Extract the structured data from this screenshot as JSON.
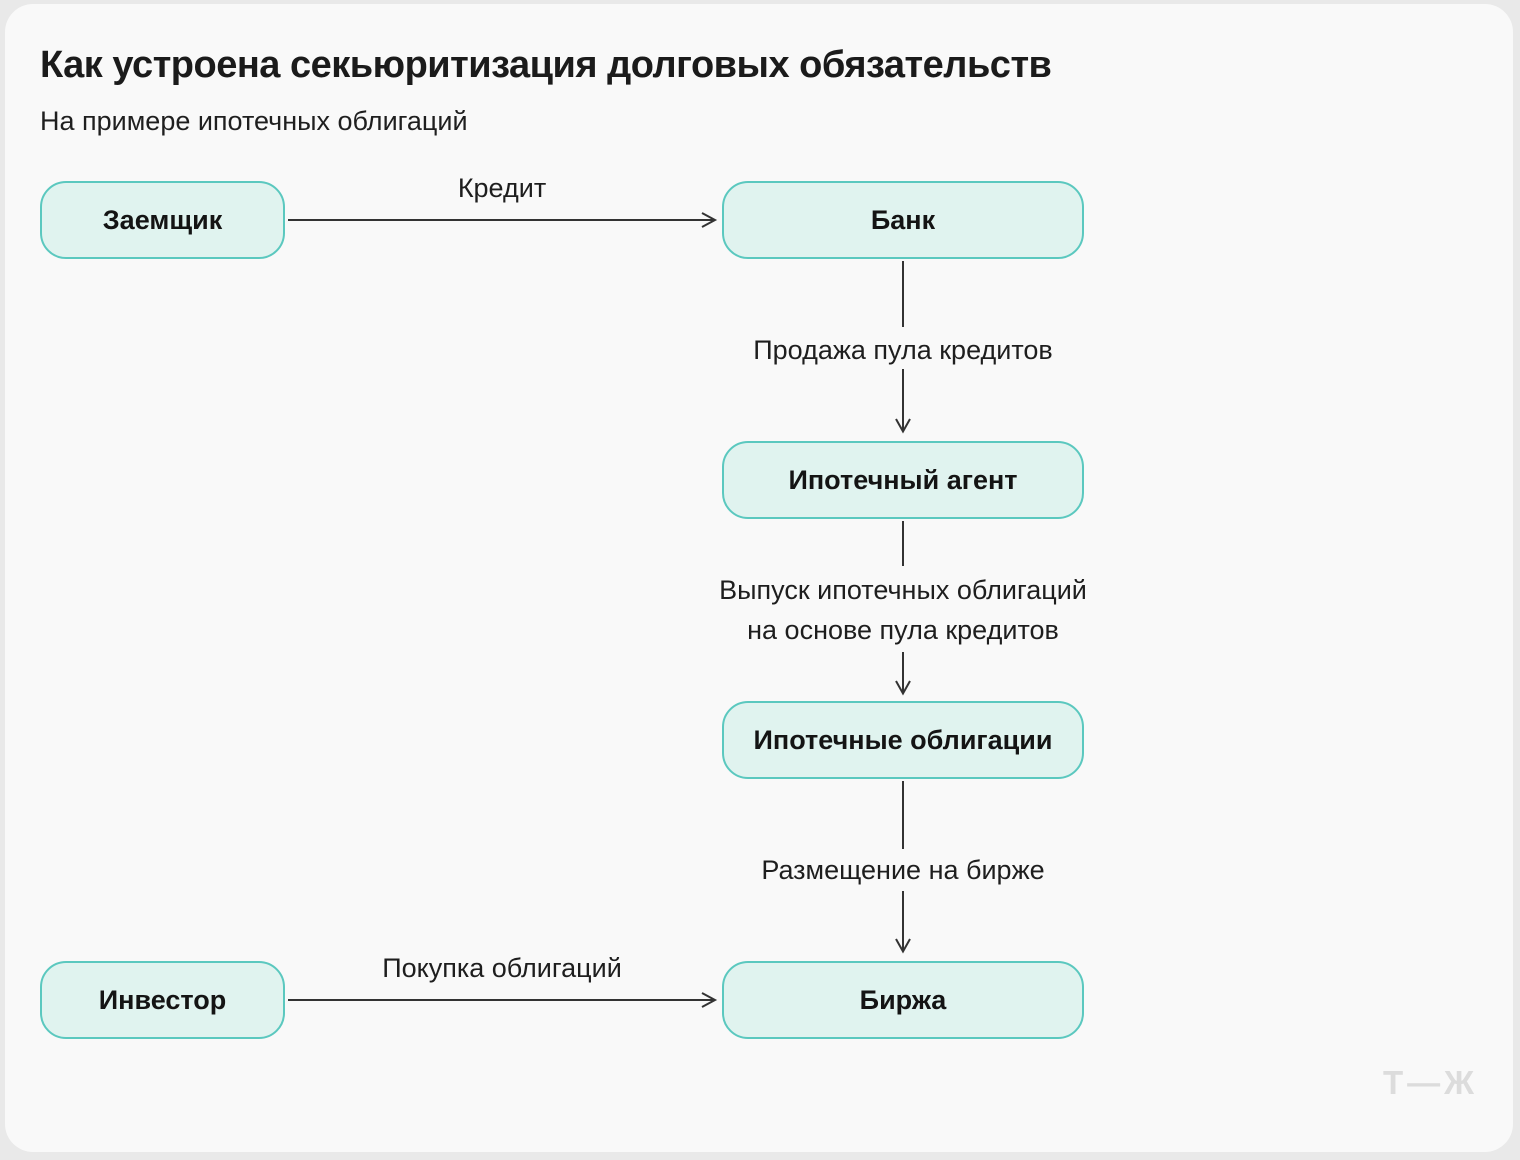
{
  "header": {
    "title": "Как устроена секьюритизация долговых обязательств",
    "subtitle": "На примере ипотечных облигаций"
  },
  "diagram": {
    "nodes": [
      {
        "id": "borrower",
        "label": "Заемщик"
      },
      {
        "id": "bank",
        "label": "Банк"
      },
      {
        "id": "mortgage-agent",
        "label": "Ипотечный агент"
      },
      {
        "id": "mortgage-bonds",
        "label": "Ипотечные облигации"
      },
      {
        "id": "exchange",
        "label": "Биржа"
      },
      {
        "id": "investor",
        "label": "Инвестор"
      }
    ],
    "edges": [
      {
        "from": "Заемщик",
        "to": "Банк",
        "label": "Кредит"
      },
      {
        "from": "Банк",
        "to": "Ипотечный агент",
        "label": "Продажа пула кредитов"
      },
      {
        "from": "Ипотечный агент",
        "to": "Ипотечные облигации",
        "label": "Выпуск ипотечных облигаций на основе пула кредитов",
        "label_lines": [
          "Выпуск ипотечных облигаций",
          "на основе пула кредитов"
        ]
      },
      {
        "from": "Ипотечные облигации",
        "to": "Биржа",
        "label": "Размещение на бирже"
      },
      {
        "from": "Инвестор",
        "to": "Биржа",
        "label": "Покупка облигаций"
      }
    ]
  },
  "footer": {
    "logo": "Т—Ж"
  },
  "colors": {
    "canvas_background": "#e9e9e9",
    "card_background": "#f9f9f9",
    "node_fill": "#e0f3ef",
    "node_border": "#5bc8bf",
    "text": "#1b1b1b",
    "arrow": "#333333",
    "logo": "#dcdcdc"
  }
}
